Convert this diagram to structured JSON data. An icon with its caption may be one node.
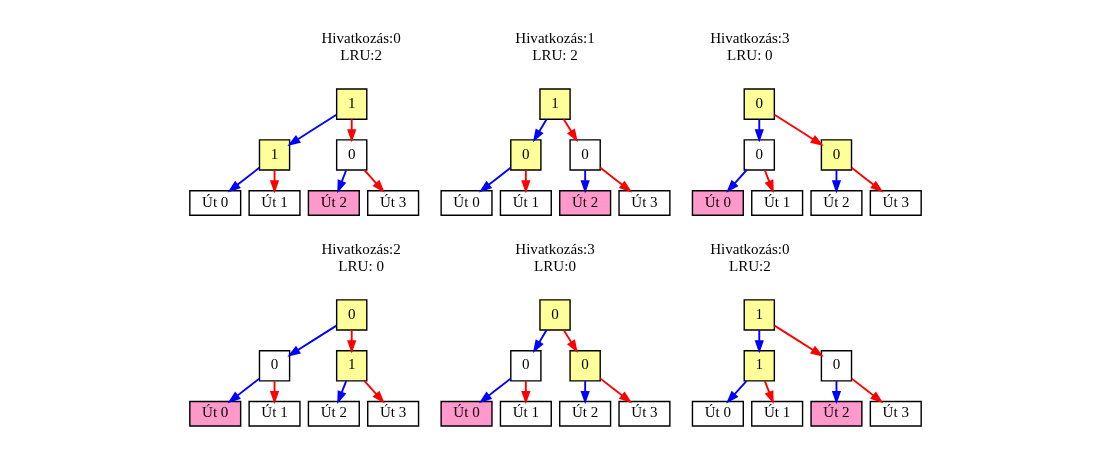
{
  "diagram": {
    "nodes": [
      {
        "text": [
          "1"
        ],
        "beside": [
          "Hivatkozás:0",
          "LRU:2"
        ]
      },
      {
        "text": [
          "1"
        ]
      },
      {
        "text": [
          "0"
        ]
      },
      {
        "text": [
          "Út 0"
        ]
      },
      {
        "text": [
          "Út 1"
        ]
      },
      {
        "text": [
          "Út 2"
        ]
      },
      {
        "text": [
          "Út 3"
        ]
      },
      {
        "text": [
          "1"
        ],
        "beside": [
          "Hivatkozás:1",
          "LRU: 2"
        ]
      },
      {
        "text": [
          "0"
        ]
      },
      {
        "text": [
          "0"
        ]
      },
      {
        "text": [
          "Út 0"
        ]
      },
      {
        "text": [
          "Út 1"
        ]
      },
      {
        "text": [
          "Út 2"
        ]
      },
      {
        "text": [
          "Út 3"
        ]
      },
      {
        "text": [
          "0"
        ],
        "beside": [
          "Hivatkozás:3",
          "LRU: 0"
        ]
      },
      {
        "text": [
          "0"
        ]
      },
      {
        "text": [
          "0"
        ]
      },
      {
        "text": [
          "Út 0"
        ]
      },
      {
        "text": [
          "Út 1"
        ]
      },
      {
        "text": [
          "Út 2"
        ]
      },
      {
        "text": [
          "Út 3"
        ]
      },
      {
        "text": [
          "0"
        ],
        "beside": [
          "Hivatkozás:2",
          "LRU: 0"
        ]
      },
      {
        "text": [
          "0"
        ]
      },
      {
        "text": [
          "1"
        ]
      },
      {
        "text": [
          "Út 0"
        ]
      },
      {
        "text": [
          "Út 1"
        ]
      },
      {
        "text": [
          "Út 2"
        ]
      },
      {
        "text": [
          "Út 3"
        ]
      },
      {
        "text": [
          "0"
        ],
        "beside": [
          "Hivatkozás:3",
          "LRU:0"
        ]
      },
      {
        "text": [
          "0"
        ]
      },
      {
        "text": [
          "0"
        ]
      },
      {
        "text": [
          "Út 0"
        ]
      },
      {
        "text": [
          "Út 1"
        ]
      },
      {
        "text": [
          "Út 2"
        ]
      },
      {
        "text": [
          "Út 3"
        ]
      },
      {
        "text": [
          "1"
        ],
        "beside": [
          "Hivatkozás:0",
          "LRU:2"
        ]
      },
      {
        "text": [
          "1"
        ]
      },
      {
        "text": [
          "0"
        ]
      },
      {
        "text": [
          "Út 0"
        ]
      },
      {
        "text": [
          "Út 1"
        ]
      },
      {
        "text": [
          "Út 2"
        ]
      },
      {
        "text": [
          "Út 3"
        ]
      }
    ],
    "edges": [
      {
        "from": 0,
        "to": 1,
        "arrow": "to",
        "color": "#0000ff"
      },
      {
        "from": 0,
        "to": 2,
        "arrow": "to",
        "color": "#ff0000"
      },
      {
        "from": 1,
        "to": 3,
        "arrow": "to",
        "color": "#0000ff"
      },
      {
        "from": 1,
        "to": 4,
        "arrow": "to",
        "color": "#ff0000"
      },
      {
        "from": 2,
        "to": 5,
        "arrow": "to",
        "color": "#0000ff"
      },
      {
        "from": 2,
        "to": 6,
        "arrow": "to",
        "color": "#ff0000"
      },
      {
        "from": 7,
        "to": 8,
        "arrow": "to",
        "color": "#0000ff"
      },
      {
        "from": 7,
        "to": 9,
        "arrow": "to",
        "color": "#ff0000"
      },
      {
        "from": 8,
        "to": 10,
        "arrow": "to",
        "color": "#0000ff"
      },
      {
        "from": 8,
        "to": 11,
        "arrow": "to",
        "color": "#ff0000"
      },
      {
        "from": 9,
        "to": 12,
        "arrow": "to",
        "color": "#0000ff"
      },
      {
        "from": 9,
        "to": 13,
        "arrow": "to",
        "color": "#ff0000"
      },
      {
        "from": 14,
        "to": 15,
        "arrow": "to",
        "color": "#0000ff"
      },
      {
        "from": 14,
        "to": 16,
        "arrow": "to",
        "color": "#ff0000"
      },
      {
        "from": 15,
        "to": 17,
        "arrow": "to",
        "color": "#0000ff"
      },
      {
        "from": 15,
        "to": 18,
        "arrow": "to",
        "color": "#ff0000"
      },
      {
        "from": 16,
        "to": 19,
        "arrow": "to",
        "color": "#0000ff"
      },
      {
        "from": 16,
        "to": 20,
        "arrow": "to",
        "color": "#ff0000"
      },
      {
        "from": 21,
        "to": 22,
        "arrow": "to",
        "color": "#0000ff"
      },
      {
        "from": 21,
        "to": 23,
        "arrow": "to",
        "color": "#ff0000"
      },
      {
        "from": 22,
        "to": 24,
        "arrow": "to",
        "color": "#0000ff"
      },
      {
        "from": 22,
        "to": 25,
        "arrow": "to",
        "color": "#ff0000"
      },
      {
        "from": 23,
        "to": 26,
        "arrow": "to",
        "color": "#0000ff"
      },
      {
        "from": 23,
        "to": 27,
        "arrow": "to",
        "color": "#ff0000"
      },
      {
        "from": 28,
        "to": 29,
        "arrow": "to",
        "color": "#0000ff"
      },
      {
        "from": 28,
        "to": 30,
        "arrow": "to",
        "color": "#ff0000"
      },
      {
        "from": 29,
        "to": 31,
        "arrow": "to",
        "color": "#0000ff"
      },
      {
        "from": 29,
        "to": 32,
        "arrow": "to",
        "color": "#ff0000"
      },
      {
        "from": 30,
        "to": 33,
        "arrow": "to",
        "color": "#0000ff"
      },
      {
        "from": 30,
        "to": 34,
        "arrow": "to",
        "color": "#ff0000"
      },
      {
        "from": 35,
        "to": 36,
        "arrow": "to",
        "color": "#0000ff"
      },
      {
        "from": 35,
        "to": 37,
        "arrow": "to",
        "color": "#ff0000"
      },
      {
        "from": 36,
        "to": 38,
        "arrow": "to",
        "color": "#0000ff"
      },
      {
        "from": 36,
        "to": 39,
        "arrow": "to",
        "color": "#ff0000"
      },
      {
        "from": 37,
        "to": 40,
        "arrow": "to",
        "color": "#0000ff"
      },
      {
        "from": 37,
        "to": 41,
        "arrow": "to",
        "color": "#ff0000"
      }
    ]
  }
}
